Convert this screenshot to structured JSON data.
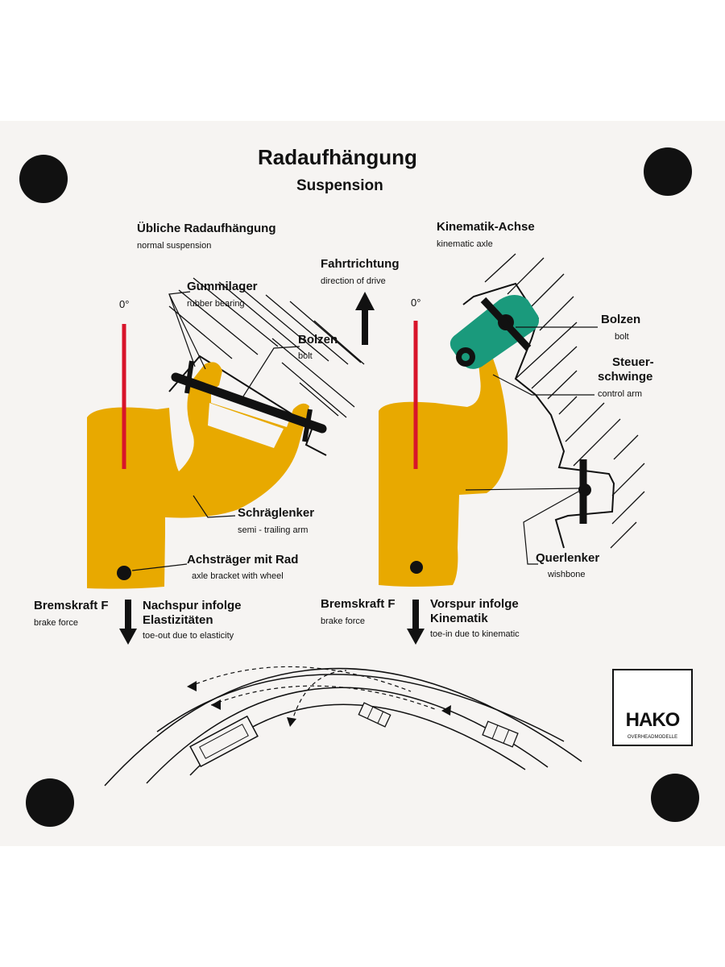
{
  "title": "Radaufhängung",
  "subtitle": "Suspension",
  "left": {
    "heading_de": "Übliche Radaufhängung",
    "heading_en": "normal suspension",
    "angle": "0°",
    "rubber_de": "Gummilager",
    "rubber_en": "rubber bearing",
    "bolt_de": "Bolzen",
    "bolt_en": "bolt",
    "arm_de": "Schräglenker",
    "arm_en": "semi - trailing arm",
    "axle_de": "Achsträger mit Rad",
    "axle_en": "axle bracket with wheel",
    "force_de": "Bremskraft F",
    "force_en": "brake force",
    "effect_de_1": "Nachspur infolge",
    "effect_de_2": "Elastizitäten",
    "effect_en": "toe-out due to elasticity"
  },
  "drive": {
    "de": "Fahrtrichtung",
    "en": "direction of drive"
  },
  "right": {
    "heading_de": "Kinematik-Achse",
    "heading_en": "kinematic axle",
    "angle": "0°",
    "bolt_de": "Bolzen",
    "bolt_en": "bolt",
    "control_de_1": "Steuer-",
    "control_de_2": "schwinge",
    "control_en": "control arm",
    "wishbone_de": "Querlenker",
    "wishbone_en": "wishbone",
    "force_de": "Bremskraft F",
    "force_en": "brake force",
    "effect_de_1": "Vorspur infolge",
    "effect_de_2": "Kinematik",
    "effect_en": "toe-in due to kinematic"
  },
  "logo": {
    "brand": "HAKO",
    "sub": "OVERHEADMODELLE"
  },
  "colors": {
    "yellow": "#e8a900",
    "red": "#d8142a",
    "green": "#1a9a7c",
    "ink": "#111111",
    "board": "#f6f4f2"
  }
}
